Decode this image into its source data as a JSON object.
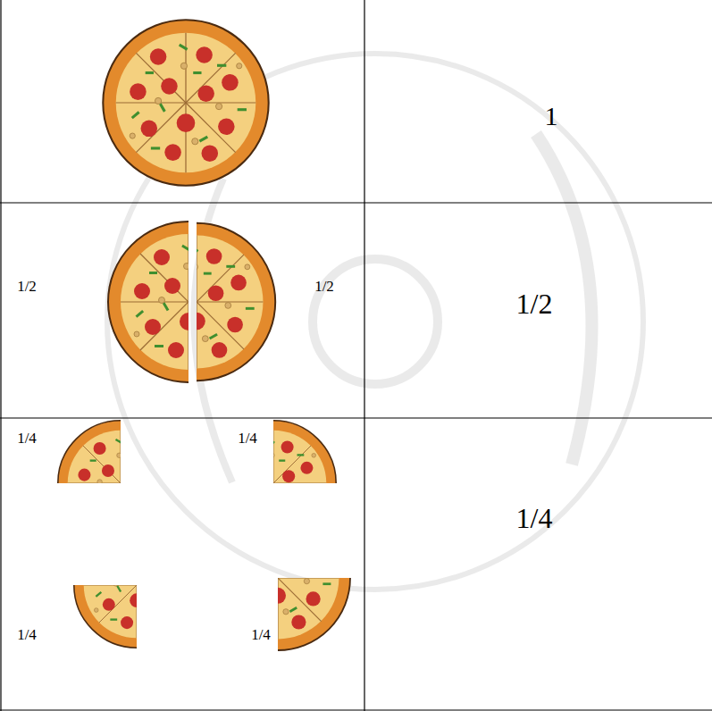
{
  "diagram": {
    "nodes": [
      {
        "text": [
          "1"
        ]
      },
      {
        "text": [
          "1/2",
          "1/2"
        ]
      },
      {
        "text": [
          "1/2"
        ]
      },
      {
        "text": [
          "1/4",
          "1/4",
          "1/4",
          "1/4"
        ]
      },
      {
        "text": [
          "1/4"
        ]
      }
    ]
  }
}
